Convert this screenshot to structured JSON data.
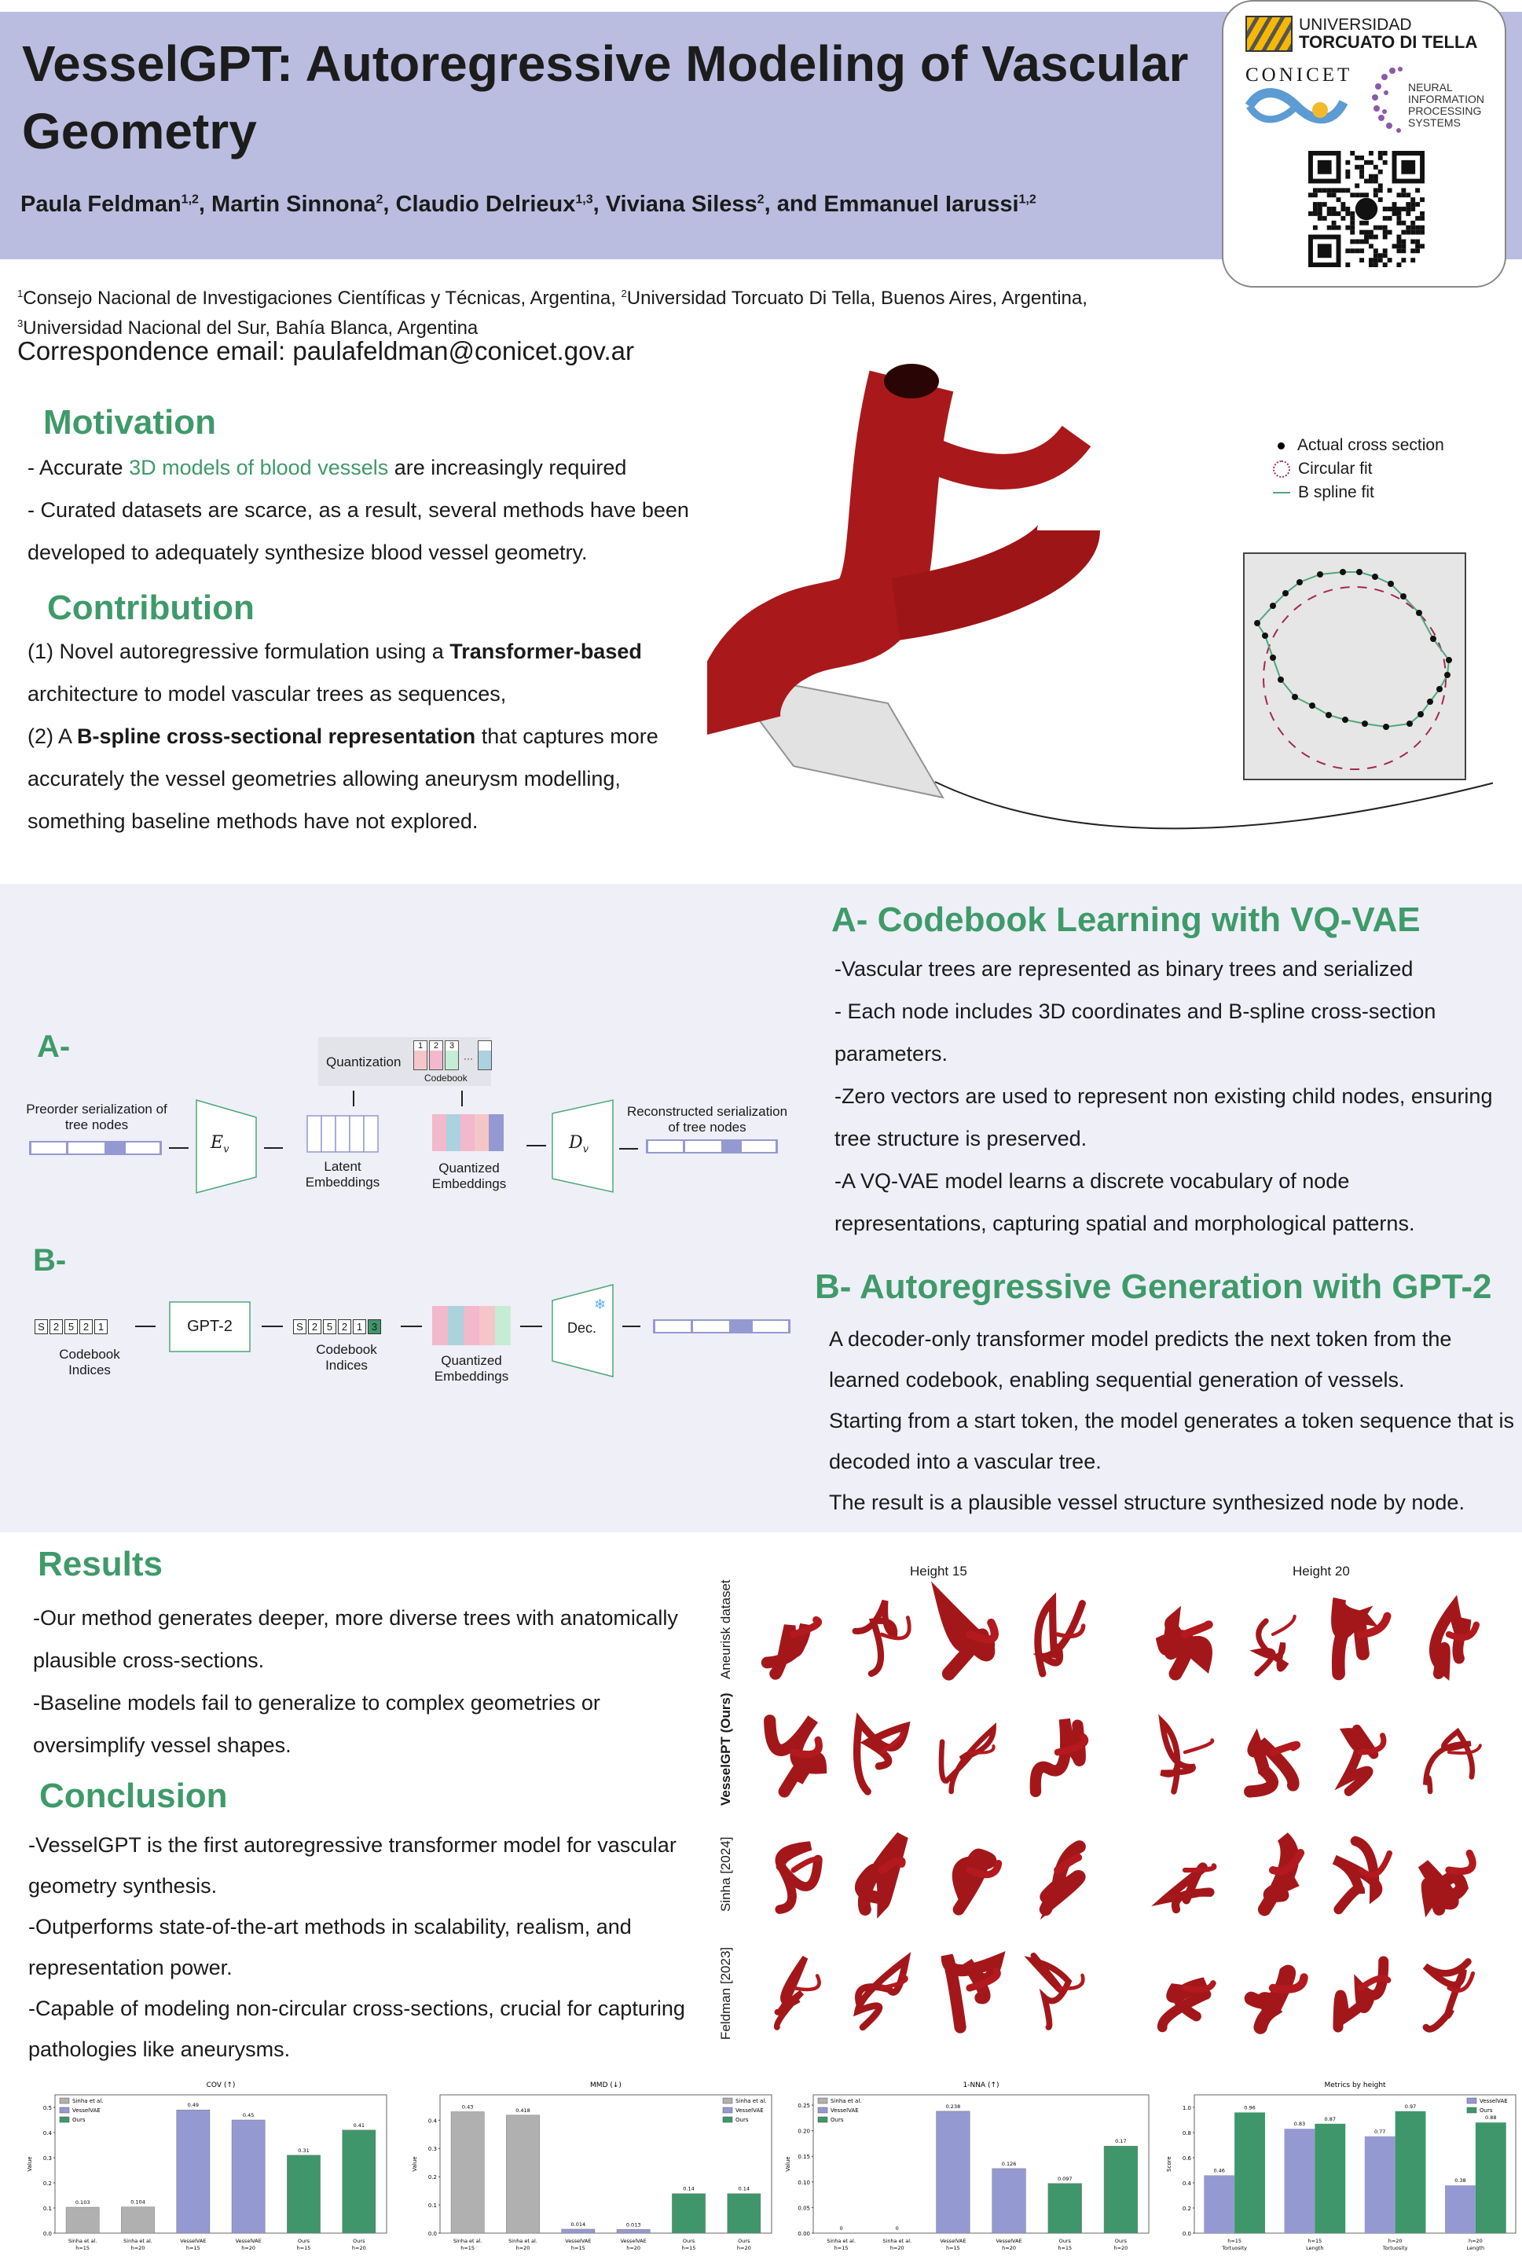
{
  "header": {
    "title": "VesselGPT: Autoregressive Modeling of Vascular Geometry",
    "authors": [
      {
        "name": "Paula Feldman",
        "aff": "1,2"
      },
      {
        "name": "Martin Sinnona",
        "aff": "2"
      },
      {
        "name": "Claudio Delrieux",
        "aff": "1,3"
      },
      {
        "name": "Viviana Siless",
        "aff": "2"
      },
      {
        "name": "Emmanuel Iarussi",
        "aff": "1,2"
      }
    ],
    "sep": ", ",
    "and": ", and ",
    "logos": {
      "utdt_line1": "UNIVERSIDAD",
      "utdt_line2": "TORCUATO DI TELLA",
      "conicet": "CONICET",
      "neurips": [
        "NEURAL",
        "INFORMATION",
        "PROCESSING",
        "SYSTEMS"
      ]
    }
  },
  "affiliations": {
    "a1_num": "1",
    "a1": "Consejo Nacional de Investigaciones Científicas y Técnicas, Argentina, ",
    "a2_num": "2",
    "a2": "Universidad Torcuato Di Tella, Buenos Aires, Argentina,",
    "a3_num": "3",
    "a3": "Universidad Nacional del Sur, Bahía Blanca, Argentina",
    "email": "Correspondence email: paulafeldman@conicet.gov.ar"
  },
  "motivation": {
    "heading": "Motivation",
    "l1_pre": "- Accurate ",
    "l1_hl": "3D models of blood vessels",
    "l1_post": " are increasingly required",
    "l2": "- Curated datasets are scarce, as a result,  several methods have been developed to adequately synthesize blood vessel geometry."
  },
  "contribution": {
    "heading": "Contribution",
    "c1_pre": "(1) Novel autoregressive formulation using a ",
    "c1_bold": "Transformer-based",
    "c1_post": " architecture to model vascular trees as sequences,",
    "c2_pre": "(2) A ",
    "c2_bold": "B-spline cross-sectional representation",
    "c2_post": " that captures more accurately the vessel geometries allowing aneurysm modelling, something baseline methods have not explored."
  },
  "cross_section_legend": {
    "actual": "Actual cross section",
    "circular": "Circular fit",
    "bspline": "B spline fit"
  },
  "sectionA": {
    "heading": "A- Codebook Learning with VQ-VAE",
    "lines": [
      "-Vascular trees are represented as binary trees and serialized",
      "- Each node includes 3D coordinates and B-spline cross-section parameters.",
      "-Zero vectors are used to represent non existing child nodes, ensuring tree structure is preserved.",
      "-A VQ-VAE model learns a discrete vocabulary of node representations, capturing spatial and morphological patterns."
    ]
  },
  "sectionB": {
    "heading": "B- Autoregressive Generation with GPT-2",
    "lines": [
      "A decoder-only transformer model predicts the next token from the learned codebook, enabling sequential generation of vessels.",
      "Starting from a start token, the model generates a token sequence that is decoded into a vascular tree.",
      "The result is a plausible vessel structure synthesized node by node."
    ]
  },
  "diagram": {
    "a_label": "A-",
    "b_label": "B-",
    "preorder": "Preorder serialization of tree nodes",
    "encoder": "E",
    "encoder_sub": "v",
    "latent": "Latent Embeddings",
    "quantization": "Quantization",
    "codebook": "Codebook",
    "codebook_idx": [
      "1",
      "2",
      "3"
    ],
    "ellipsis": "···",
    "quantized": "Quantized Embeddings",
    "decoder": "D",
    "decoder_sub": "v",
    "reconstructed": "Reconstructed serialization of tree nodes",
    "tokens_in": [
      "S",
      "2",
      "5",
      "2",
      "1"
    ],
    "tokens_out": [
      "S",
      "2",
      "5",
      "2",
      "1",
      "3"
    ],
    "gpt2": "GPT-2",
    "codebook_indices": "Codebook Indices",
    "dec": "Dec.",
    "frozen_icon": "❄"
  },
  "results": {
    "heading": "Results",
    "lines": [
      "-Our method generates deeper, more diverse trees with anatomically plausible cross-sections.",
      "-Baseline models fail to generalize to complex geometries or oversimplify vessel shapes."
    ]
  },
  "conclusion": {
    "heading": "Conclusion",
    "lines": [
      "-VesselGPT is the first autoregressive transformer model for vascular geometry synthesis.",
      "-Outperforms state-of-the-art methods in scalability, realism, and representation power.",
      "-Capable of modeling non-circular cross-sections, crucial for capturing pathologies like aneurysms."
    ]
  },
  "vessel_grid": {
    "columns": [
      "Height 15",
      "Height 20"
    ],
    "rows": [
      "Aneurisk dataset",
      "VesselGPT (Ours)",
      "Sinha [2024]",
      "Feldman [2023]"
    ]
  },
  "colors": {
    "sinha": "#b0b0b0",
    "vesselvae": "#9599d1",
    "ours": "#3f966a",
    "accent": "#3f9a6a",
    "header": "#babde0"
  },
  "chart_data": [
    {
      "type": "bar",
      "title": "COV (↑)",
      "ylabel": "Value",
      "ylim": [
        0,
        0.55
      ],
      "yticks": [
        "0.0",
        "0.1",
        "0.2",
        "0.3",
        "0.4",
        "0.5"
      ],
      "categories": [
        "Sinha et al.\nh=15",
        "Sinha et al.\nh=20",
        "VesselVAE\nh=15",
        "VesselVAE\nh=20",
        "Ours\nh=15",
        "Ours\nh=20"
      ],
      "groups": [
        "sinha",
        "sinha",
        "vesselvae",
        "vesselvae",
        "ours",
        "ours"
      ],
      "values": [
        0.103,
        0.104,
        0.49,
        0.45,
        0.31,
        0.41
      ],
      "labels": [
        "0.103",
        "0.104",
        "0.49",
        "0.45",
        "0.31",
        "0.41"
      ],
      "legend": [
        "Sinha et al.",
        "VesselVAE",
        "Ours"
      ],
      "legend_pos": "top-left"
    },
    {
      "type": "bar",
      "title": "MMD (↓)",
      "ylabel": "Value",
      "ylim": [
        0,
        0.49
      ],
      "yticks": [
        "0.0",
        "0.1",
        "0.2",
        "0.3",
        "0.4"
      ],
      "categories": [
        "Sinha et al.\nh=15",
        "Sinha et al.\nh=20",
        "VesselVAE\nh=15",
        "VesselVAE\nh=20",
        "Ours\nh=15",
        "Ours\nh=20"
      ],
      "groups": [
        "sinha",
        "sinha",
        "vesselvae",
        "vesselvae",
        "ours",
        "ours"
      ],
      "values": [
        0.43,
        0.418,
        0.014,
        0.013,
        0.14,
        0.14
      ],
      "labels": [
        "0.43",
        "0.418",
        "0.014",
        "0.013",
        "0.14",
        "0.14"
      ],
      "legend": [
        "Sinha et al.",
        "VesselVAE",
        "Ours"
      ],
      "legend_pos": "top-right"
    },
    {
      "type": "bar",
      "title": "1-NNA (↑)",
      "ylabel": "Value",
      "ylim": [
        0,
        0.27
      ],
      "yticks": [
        "0.00",
        "0.05",
        "0.10",
        "0.15",
        "0.20",
        "0.25"
      ],
      "categories": [
        "Sinha et al.\nh=15",
        "Sinha et al.\nh=20",
        "VesselVAE\nh=15",
        "VesselVAE\nh=20",
        "Ours\nh=15",
        "Ours\nh=20"
      ],
      "groups": [
        "sinha",
        "sinha",
        "vesselvae",
        "vesselvae",
        "ours",
        "ours"
      ],
      "values": [
        0,
        0,
        0.238,
        0.126,
        0.097,
        0.17
      ],
      "labels": [
        "0",
        "0",
        "0.238",
        "0.126",
        "0.097",
        "0.17"
      ],
      "legend": [
        "Sinha et al.",
        "VesselVAE",
        "Ours"
      ],
      "legend_pos": "top-left"
    },
    {
      "type": "bar",
      "title": "Metrics by height",
      "ylabel": "Score",
      "ylim": [
        0,
        1.1
      ],
      "yticks": [
        "0.0",
        "0.2",
        "0.4",
        "0.6",
        "0.8",
        "1.0"
      ],
      "categories": [
        "h=15\nTortuosity",
        "h=15\nLength",
        "h=20\nTortuosity",
        "h=20\nLength"
      ],
      "series": [
        {
          "name": "VesselVAE",
          "group": "vesselvae",
          "values": [
            0.46,
            0.83,
            0.77,
            0.38
          ],
          "labels": [
            "0.46",
            "0.83",
            "0.77",
            "0.38"
          ]
        },
        {
          "name": "Ours",
          "group": "ours",
          "values": [
            0.96,
            0.87,
            0.97,
            0.88
          ],
          "labels": [
            "0.96",
            "0.87",
            "0.97",
            "0.88"
          ]
        }
      ],
      "legend": [
        "VesselVAE",
        "Ours"
      ],
      "legend_pos": "top-right"
    }
  ]
}
